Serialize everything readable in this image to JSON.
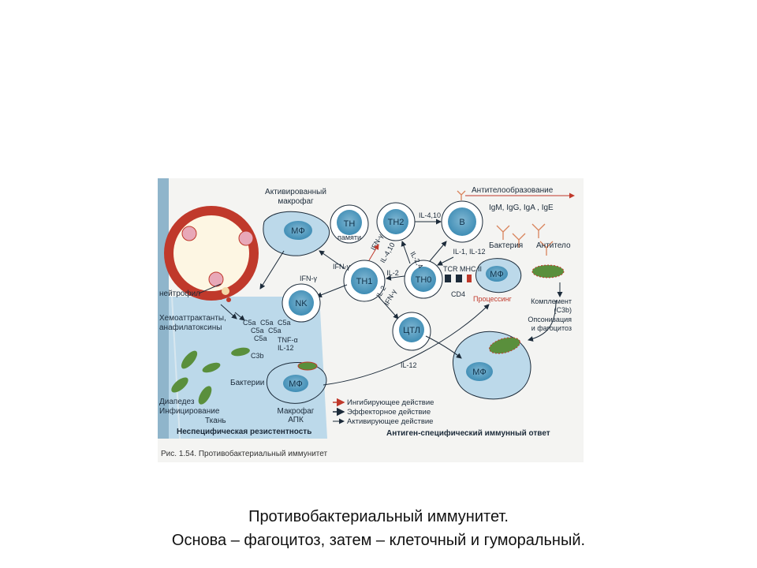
{
  "figure": {
    "caption": "Рис. 1.54. Противобактериальный иммунитет",
    "labels": {
      "activated_macrophage_1": "Активированный",
      "activated_macrophage_2": "макрофаг",
      "antibody_formation": "Антителообразование",
      "immunoglobulins": "IgM, IgG, IgA , IgE",
      "bacterium": "Бактерия",
      "antibody": "Антитело",
      "complement_1": "Комплемент",
      "complement_2": "(С3b)",
      "opsonization_1": "Опсонизация",
      "opsonization_2": "и фагоцитоз",
      "neutrophil": "нейтрофил",
      "chemoattractants_1": "Хемоаттрактанты,",
      "chemoattractants_2": "анафилатоксины",
      "bacteria": "Бактерии",
      "diapedesis": "Диапедез",
      "infection": "Инфицирование",
      "tissue": "Ткань",
      "macrophage_apc_1": "Макрофаг",
      "macrophage_apc_2": "АПК",
      "processing": "Процессинг",
      "tcr_mhc": "TCR MHC II",
      "cd4": "CD4",
      "memory": "памяти"
    },
    "cytokines": {
      "il_4_10_top": "IL-4,10",
      "il_1_12": "IL-1, IL-12",
      "il_2_4": "IL-2,4",
      "ifn_g_1": "IFN-γ",
      "ifn_g_2": "IFN-γ",
      "ifn_g_3": "IFN-γ",
      "ifn_g_4": "IFN-γ",
      "il_4_10_mid": "IL-4,10",
      "il_2_a": "IL-2",
      "il_2_b": "IL-2",
      "il_12_bottom": "IL-12",
      "c5a_1": "C5a",
      "c5a_2": "C5a",
      "c5a_3": "C5a",
      "c5a_4": "C5a",
      "c5a_5": "C5a",
      "c5a_6": "C5a",
      "tnf": "TNF-α",
      "il12_nk": "IL-12",
      "c3b": "C3b"
    },
    "cells": {
      "mf_activated": "МФ",
      "th_memory": "TH",
      "th2": "TH2",
      "b": "B",
      "th1": "TH1",
      "th0": "TH0",
      "mf_right": "МФ",
      "nk": "NK",
      "ctl": "ЦТЛ",
      "mf_apc": "МФ",
      "mf_bottom": "МФ"
    },
    "legend": [
      {
        "label": "Ингибирующее действие",
        "color": "#c0392b"
      },
      {
        "label": "Эффекторное действие",
        "color": "#1c2b3a"
      },
      {
        "label": "Активирующее действие",
        "color": "#1c2b3a"
      }
    ],
    "sections": {
      "nonspecific": "Неспецифическая резистентность",
      "specific": "Антиген-специфический иммунный ответ"
    }
  },
  "caption": {
    "line1": "Противобактериальный иммунитет.",
    "line2": "Основа – фагоцитоз, затем – клеточный и гуморальный."
  }
}
